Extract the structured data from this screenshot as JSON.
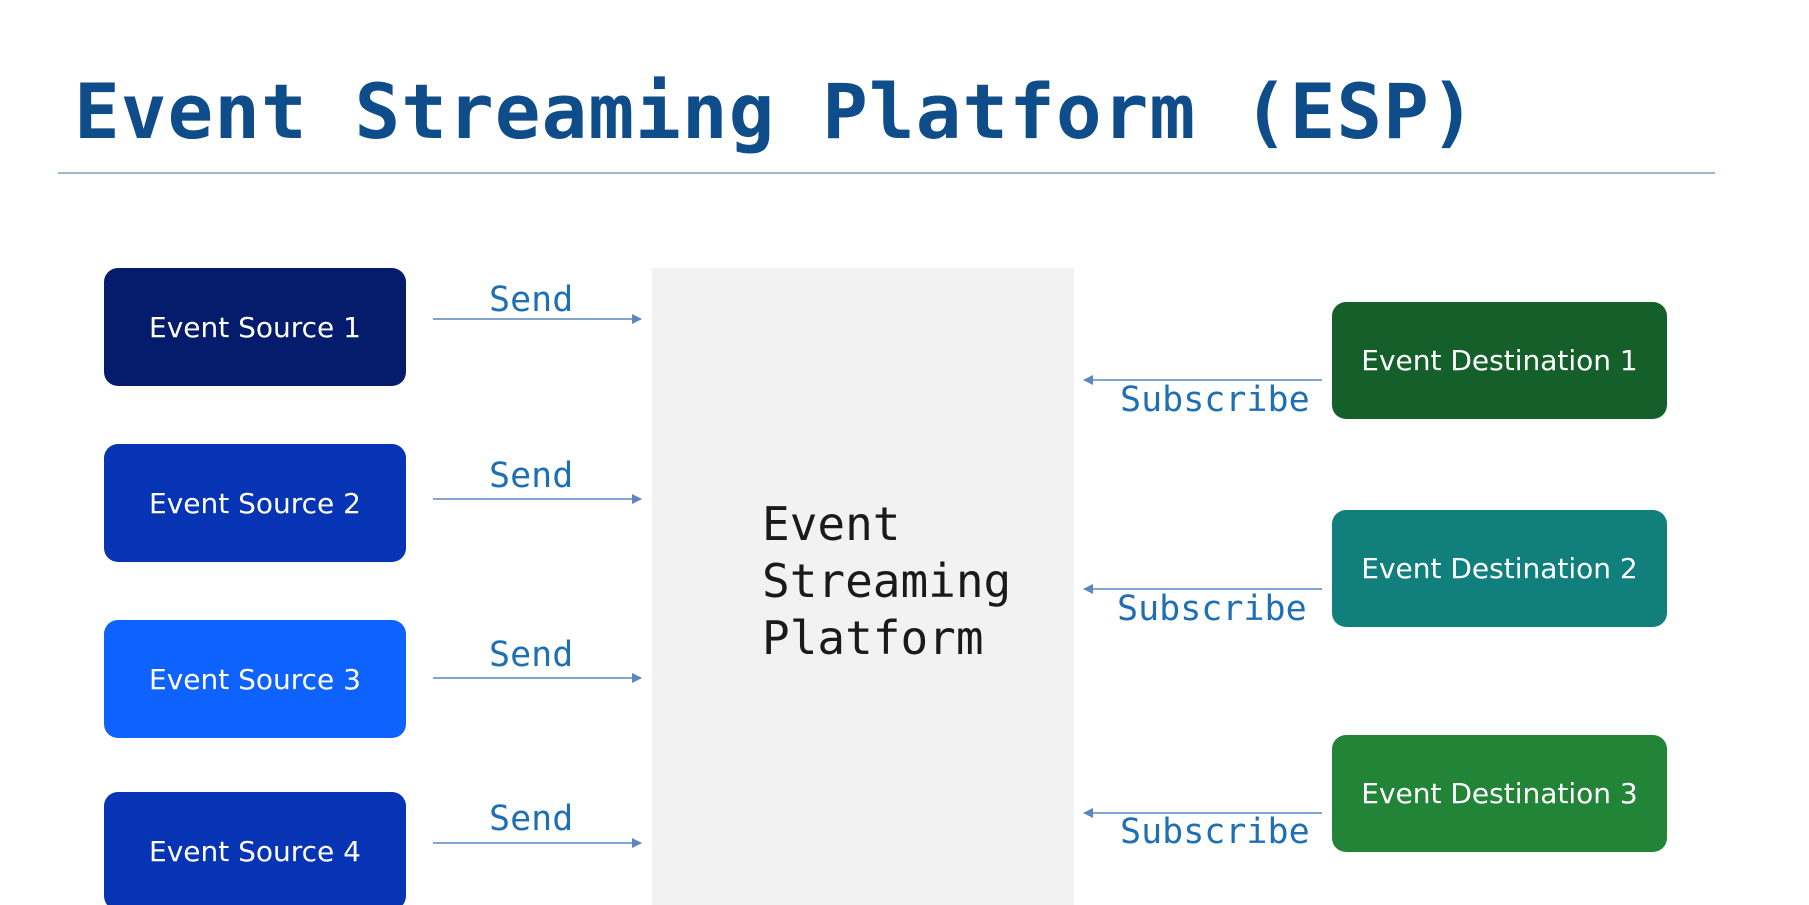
{
  "title": "Event Streaming Platform (ESP)",
  "platform": {
    "label": "Event\nStreaming\nPlatform"
  },
  "sources": [
    {
      "label": "Event Source 1",
      "color": "#041c6b"
    },
    {
      "label": "Event Source 2",
      "color": "#0634b4"
    },
    {
      "label": "Event Source 3",
      "color": "#0e62fd"
    },
    {
      "label": "Event Source 4",
      "color": "#0634b4"
    }
  ],
  "destinations": [
    {
      "label": "Event Destination 1",
      "color": "#155f2b"
    },
    {
      "label": "Event Destination 2",
      "color": "#117f7b"
    },
    {
      "label": "Event Destination 3",
      "color": "#228437"
    }
  ],
  "edges": {
    "send_label": "Send",
    "subscribe_label": "Subscribe"
  },
  "colors": {
    "title": "#0f4c8a",
    "arrow": "#5b86c2",
    "edge_label": "#1f6fb3",
    "platform_bg": "#f2f2f3"
  }
}
